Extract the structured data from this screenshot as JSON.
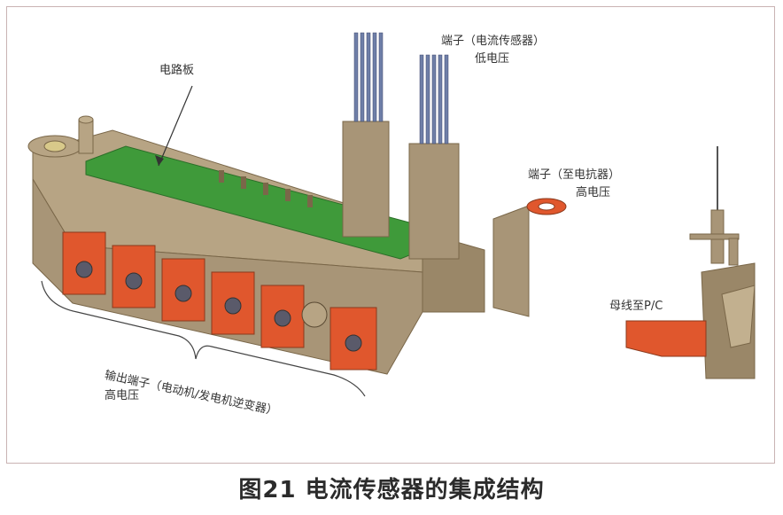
{
  "labels": {
    "circuit_board": "电路板",
    "current_sensor_terminal": "端子（电流传感器）",
    "current_sensor_voltage": "低电压",
    "reactor_terminal": "端子（至电抗器）",
    "reactor_voltage": "高电压",
    "busbar": "母线至P/C",
    "output_terminal": "输出端子（电动机/发电机逆变器）",
    "output_voltage": "高电压"
  },
  "caption": "图21 电流传感器的集成结构",
  "colors": {
    "body": "#a89577",
    "body_dark": "#8a7659",
    "body_light": "#c2b08f",
    "board": "#3f9a3a",
    "terminal_block": "#e0572d",
    "pins": "#6f7fa8"
  }
}
